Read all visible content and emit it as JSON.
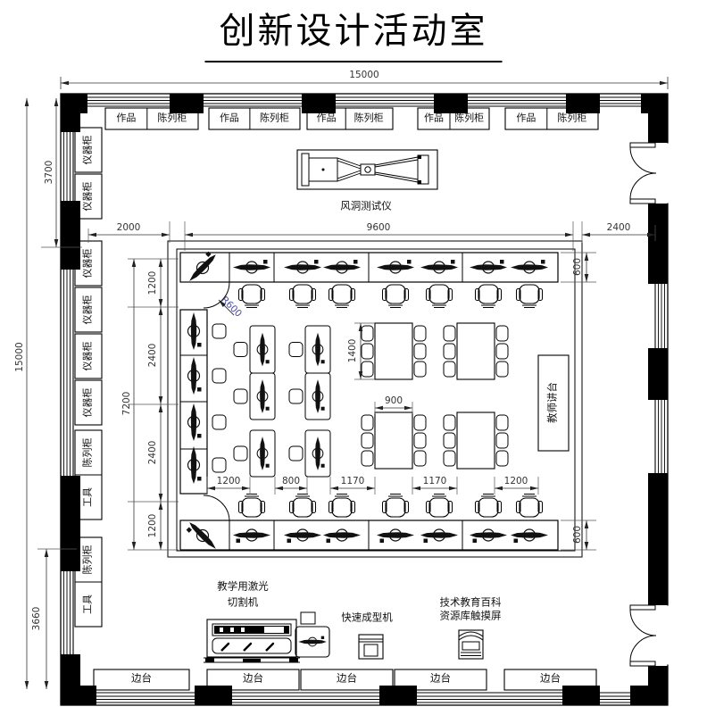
{
  "title": "创新设计活动室",
  "colors": {
    "ink": "#000000",
    "background": "#ffffff",
    "dim_text": "#333333",
    "radius_label_color": "#4d4da0"
  },
  "dimensions": {
    "overall_width": "15000",
    "overall_height": "15000",
    "left_top": "3700",
    "left_bottom": "3660",
    "top_left": "2000",
    "top_center": "9600",
    "top_right": "2400",
    "inner_total": "7200",
    "inner_seg_1200": "1200",
    "inner_seg_2400": "2400",
    "bench_depth": "600",
    "table_length": "1400",
    "table_width": "900",
    "gap_1200": "1200",
    "gap_800": "800",
    "gap_1170": "1170",
    "corner_radius": "R600"
  },
  "labels": {
    "top_cabinet_left": "作品",
    "top_cabinet_right": "陈列柜",
    "instrument_cabinet": "仪器柜",
    "tool_cabinet_upper": "陈列柜",
    "tool_cabinet_lower": "工具",
    "wind_tunnel": "风洞测试仪",
    "teacher_podium": "教师讲台",
    "laser_cutter_line1": "教学用激光",
    "laser_cutter_line2": "切割机",
    "rapid_prototyper": "快速成型机",
    "touchscreen_line1": "技术教育百科",
    "touchscreen_line2": "资源库触摸屏",
    "side_bench": "边台"
  }
}
